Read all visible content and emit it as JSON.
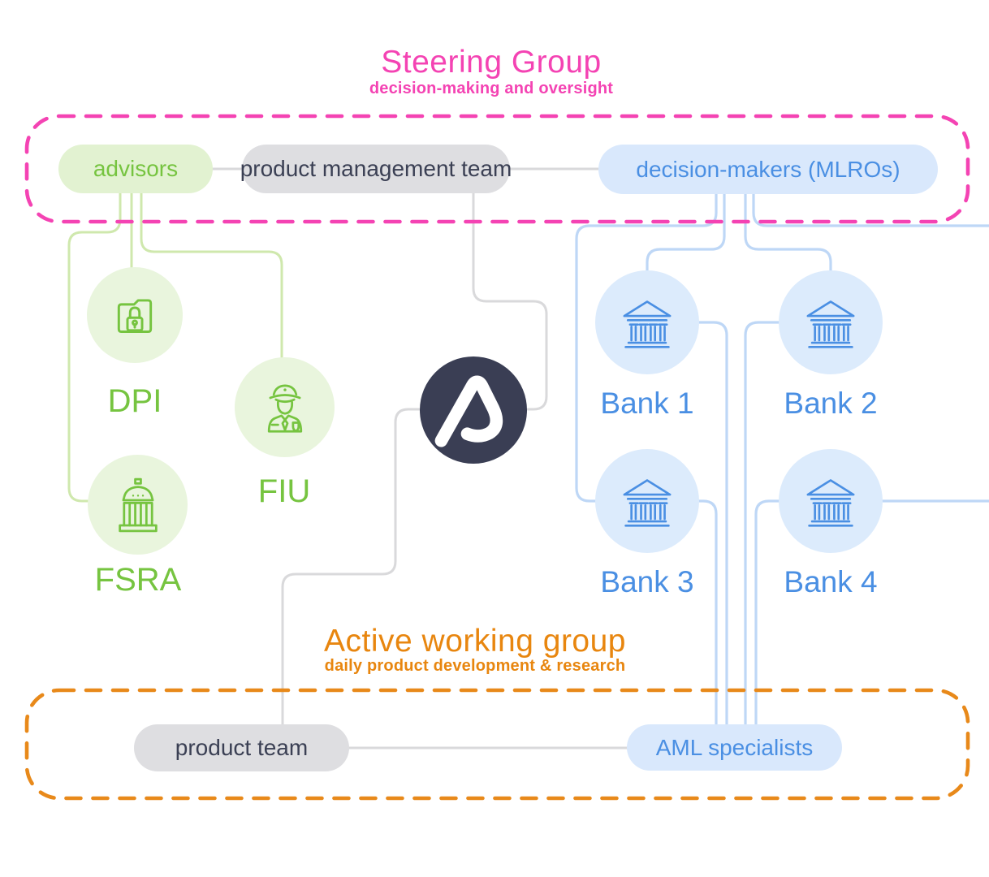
{
  "steering_group": {
    "title": "Steering Group",
    "subtitle": "decision-making and oversight",
    "members": {
      "advisors": "advisors",
      "product_management": "product management team",
      "decision_makers": "decision-makers (MLROs)"
    }
  },
  "active_working_group": {
    "title": "Active working group",
    "subtitle": "daily product development & research",
    "members": {
      "product_team": "product team",
      "aml_specialists": "AML specialists"
    }
  },
  "advisor_nodes": [
    {
      "label": "DPI",
      "icon": "folder-lock-icon"
    },
    {
      "label": "FIU",
      "icon": "police-officer-icon"
    },
    {
      "label": "FSRA",
      "icon": "government-building-icon"
    }
  ],
  "banks": [
    {
      "label": "Bank 1",
      "icon": "bank-building-icon"
    },
    {
      "label": "Bank 2",
      "icon": "bank-building-icon"
    },
    {
      "label": "Bank 3",
      "icon": "bank-building-icon"
    },
    {
      "label": "Bank 4",
      "icon": "bank-building-icon"
    }
  ],
  "logo": {
    "name": "company-logo"
  },
  "colors": {
    "pink": "#f443b3",
    "orange_border": "#e8891a",
    "orange_text": "#e8860f",
    "green": "#76c440",
    "green_pill_bg": "#e2f2d1",
    "green_circle_bg": "#e9f5dd",
    "green_line": "#cfe8ad",
    "blue": "#4a8fe3",
    "blue_pill_bg": "#d9e8fc",
    "blue_circle_bg": "#dcebfc",
    "blue_line": "#bed7f6",
    "gray_pill_bg": "#dedee1",
    "gray_line": "#d9d9db",
    "dark_text": "#3b4054",
    "logo_navy": "#3a3e54"
  }
}
